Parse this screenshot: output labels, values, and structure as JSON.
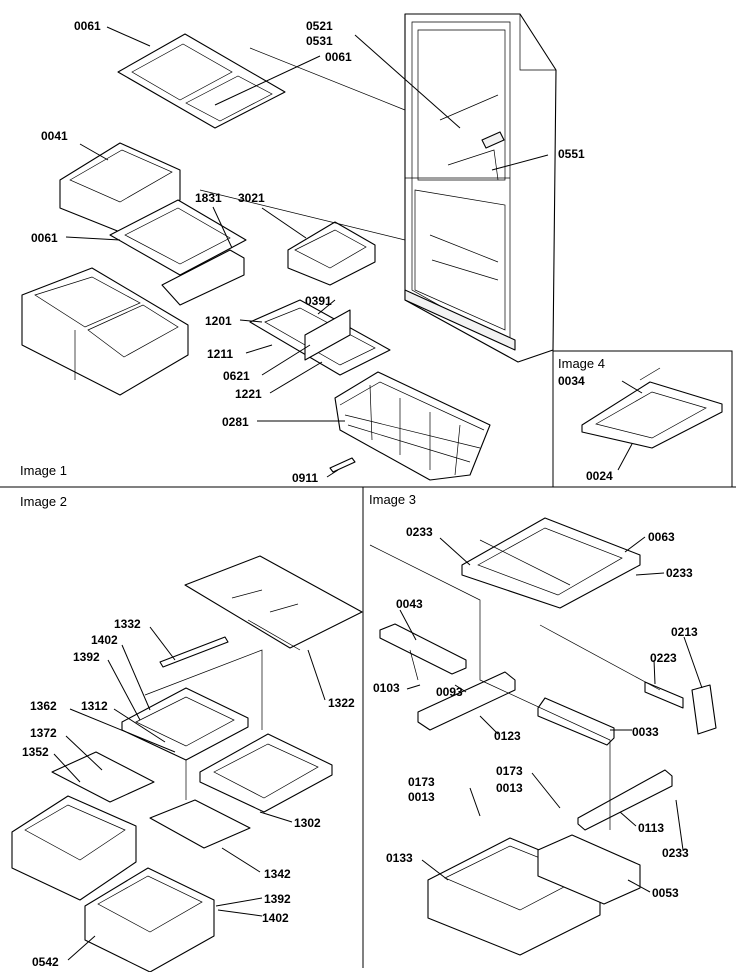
{
  "panels": {
    "image1": "Image 1",
    "image2": "Image 2",
    "image3": "Image 3",
    "image4": "Image 4"
  },
  "callouts": {
    "c0061_top": "0061",
    "c0521": "0521",
    "c0531": "0531",
    "c0061_right": "0061",
    "c0041": "0041",
    "c0551": "0551",
    "c1831": "1831",
    "c3021": "3021",
    "c0061_mid": "0061",
    "c0391": "0391",
    "c1201": "1201",
    "c1211": "1211",
    "c0621": "0621",
    "c1221": "1221",
    "c0281": "0281",
    "c0911": "0911",
    "c0034": "0034",
    "c0024": "0024",
    "c1332": "1332",
    "c1402_a": "1402",
    "c1392_a": "1392",
    "c1322": "1322",
    "c1362": "1362",
    "c1312": "1312",
    "c1372": "1372",
    "c1352": "1352",
    "c1302": "1302",
    "c1342": "1342",
    "c1392_b": "1392",
    "c1402_b": "1402",
    "c0542": "0542",
    "c0233_a": "0233",
    "c0063": "0063",
    "c0233_b": "0233",
    "c0043": "0043",
    "c0213": "0213",
    "c0223": "0223",
    "c0103": "0103",
    "c0093": "0093",
    "c0123": "0123",
    "c0033": "0033",
    "c0173_a": "0173",
    "c0013_a": "0013",
    "c0173_b": "0173",
    "c0013_b": "0013",
    "c0113": "0113",
    "c0233_c": "0233",
    "c0133": "0133",
    "c0053": "0053"
  }
}
